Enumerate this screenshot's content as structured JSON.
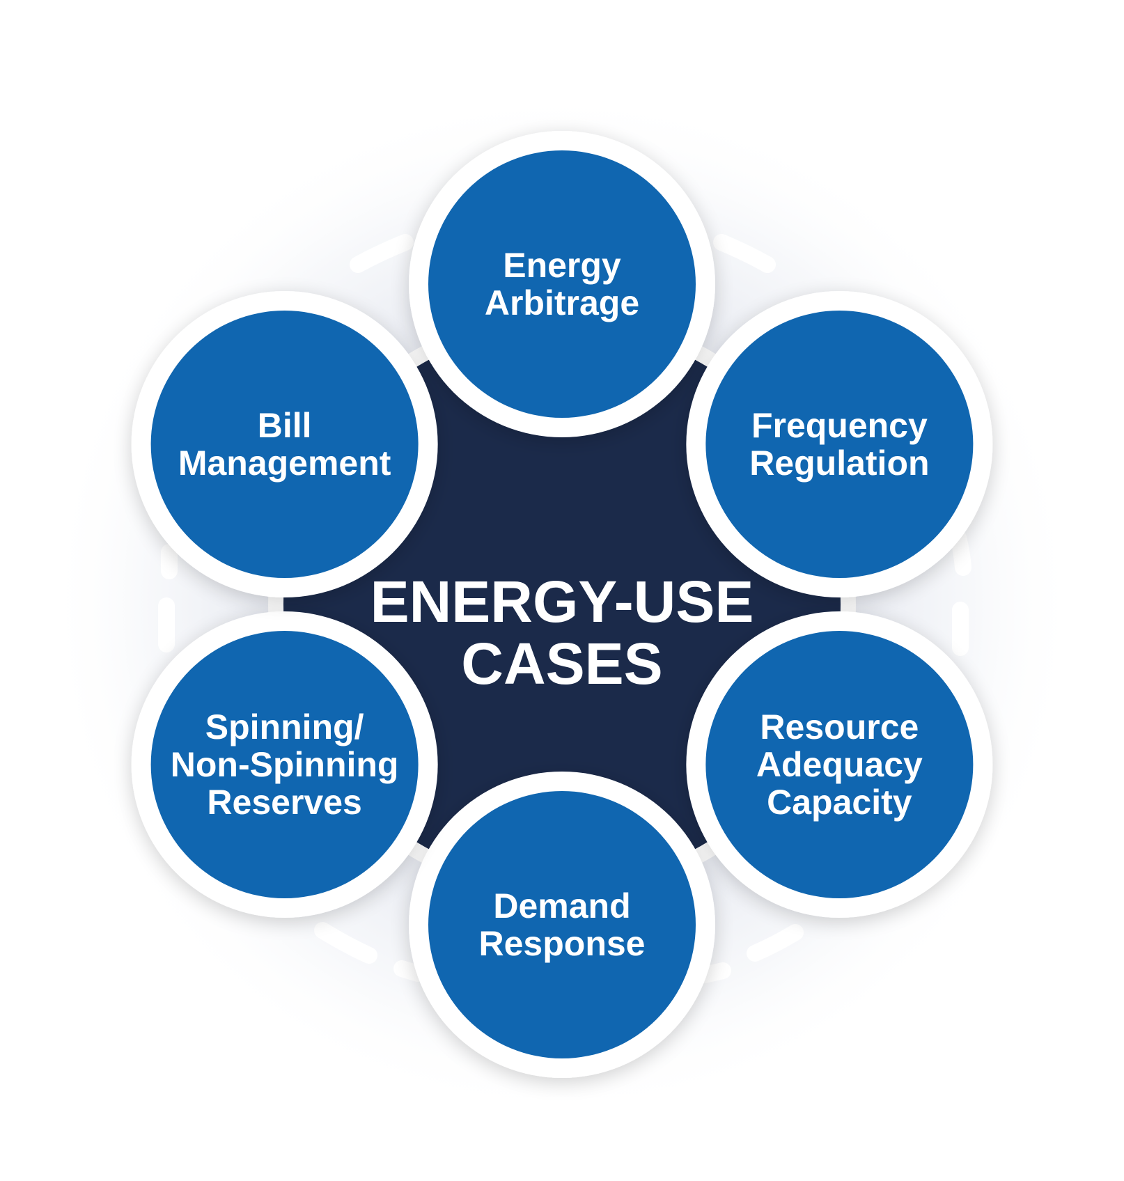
{
  "center": {
    "line1": "ENERGY-USE",
    "line2": "CASES"
  },
  "nodes": [
    {
      "id": "energy-arbitrage",
      "lines": [
        "Energy",
        "Arbitrage"
      ]
    },
    {
      "id": "frequency-regulation",
      "lines": [
        "Frequency",
        "Regulation"
      ]
    },
    {
      "id": "resource-adequacy-capacity",
      "lines": [
        "Resource",
        "Adequacy",
        "Capacity"
      ]
    },
    {
      "id": "demand-response",
      "lines": [
        "Demand",
        "Response"
      ]
    },
    {
      "id": "spinning-non-spinning-reserves",
      "lines": [
        "Spinning/",
        "Non-Spinning",
        "Reserves"
      ]
    },
    {
      "id": "bill-management",
      "lines": [
        "Bill",
        "Management"
      ]
    }
  ],
  "colors": {
    "center_fill": "#1b2a4a",
    "node_fill": "#1066b0",
    "ring": "#ffffff",
    "halo": "#e3e6ee",
    "connector": "#f1f3f7"
  }
}
